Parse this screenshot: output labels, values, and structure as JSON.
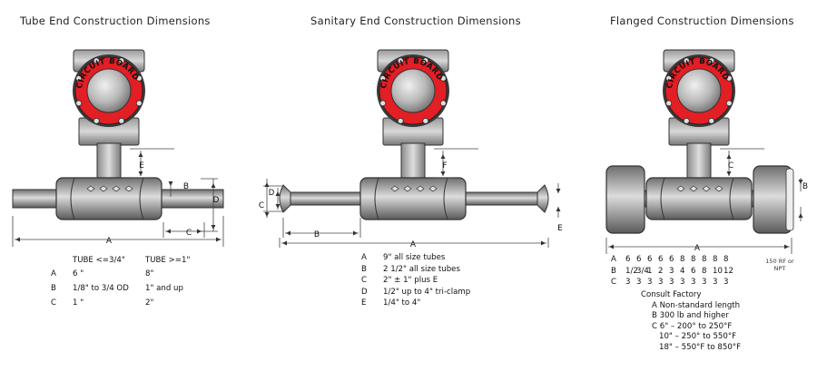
{
  "titles": {
    "tube": "Tube End Construction Dimensions",
    "sanitary": "Sanitary End Construction Dimensions",
    "flanged": "Flanged Construction Dimensions"
  },
  "board_label": "CIRCUIT BOARD",
  "dim_labels": {
    "tube": [
      "E",
      "B",
      "D",
      "C",
      "A"
    ],
    "sanitary": [
      "D",
      "C",
      "F",
      "B",
      "A",
      "E"
    ],
    "flanged": [
      "C",
      "B",
      "A"
    ]
  },
  "tube_table": {
    "header": [
      "TUBE <=3/4\"",
      "TUBE >=1\""
    ],
    "rows": [
      {
        "k": "A",
        "v1": "6 \"",
        "v2": "8\""
      },
      {
        "k": "B",
        "v1": "1/8\" to 3/4 OD",
        "v2": "1\" and up"
      },
      {
        "k": "C",
        "v1": "1 \"",
        "v2": "2\""
      }
    ]
  },
  "sanitary_table": {
    "rows": [
      {
        "k": "A",
        "v": "9\" all size tubes"
      },
      {
        "k": "B",
        "v": "2 1/2\" all size tubes"
      },
      {
        "k": "C",
        "v": "2\" ± 1\" plus E"
      },
      {
        "k": "D",
        "v": "1/2\" up to 4\" tri-clamp"
      },
      {
        "k": "E",
        "v": "1/4\" to 4\""
      }
    ]
  },
  "flanged_table": {
    "rows": [
      {
        "k": "A",
        "vals": [
          "6",
          "6",
          "6",
          "6",
          "6",
          "8",
          "8",
          "8",
          "8",
          "8"
        ]
      },
      {
        "k": "B",
        "vals": [
          "1/2",
          "3/4",
          "1",
          "2",
          "3",
          "4",
          "6",
          "8",
          "10",
          "12"
        ]
      },
      {
        "k": "C",
        "vals": [
          "3",
          "3",
          "3",
          "3",
          "3",
          "3",
          "3",
          "3",
          "3",
          "3"
        ]
      }
    ],
    "unit_note": "150 RF or NPT",
    "consult": "Consult Factory",
    "notes": [
      "A  Non-standard length",
      "B  300 lb and higher",
      "C  6\" – 200° to 250°F",
      "10\" – 250° to 550°F",
      "18\" – 550°F to 850°F"
    ]
  },
  "colors": {
    "ring": "#e31e24",
    "metal_dark": "#595959",
    "metal_mid": "#a9a9a9",
    "metal_light": "#e0e0e0"
  }
}
